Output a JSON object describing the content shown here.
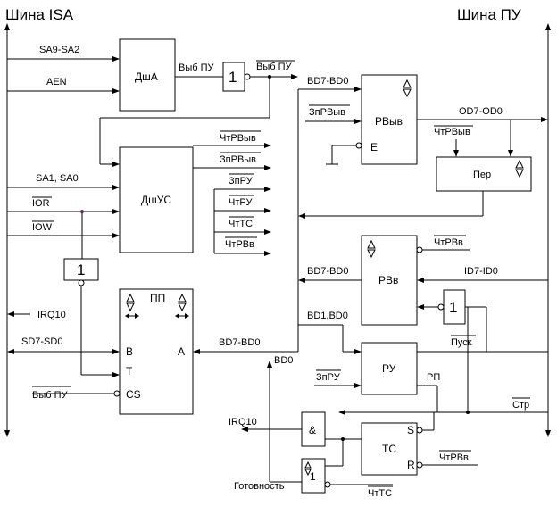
{
  "buses": {
    "left": "Шина ISA",
    "right": "Шина ПУ"
  },
  "blocks": {
    "dsha": "ДшА",
    "dshus": "ДшУС",
    "or1": "1",
    "or2": "1",
    "rvyv": "РВыв",
    "rvyv_e": "E",
    "per": "Пер",
    "rvv": "РВв",
    "buf": "1",
    "pp": "ПП",
    "pp_b": "B",
    "pp_t": "T",
    "pp_cs": "CS",
    "pp_a": "A",
    "ru": "РУ",
    "and": "&",
    "ts": "ТС",
    "ts_s": "S",
    "ts_r": "R",
    "rdy": "1"
  },
  "signals": {
    "sa9_sa2": "SA9-SA2",
    "aen": "AEN",
    "sa1_sa0": "SA1, SA0",
    "ior": "IOR",
    "iow": "IOW",
    "irq10_left": "IRQ10",
    "sd7_sd0": "SD7-SD0",
    "vyb_pu_cs": "Выб ПУ",
    "vyb_pu_1": "Выб ПУ",
    "vyb_pu_2": "Выб ПУ",
    "chtrvyv_out": "ЧтРВыв",
    "zprvyv_out": "ЗпРВыв",
    "zpru_out": "ЗпРУ",
    "chtru_out": "ЧтРУ",
    "chtts_out": "ЧтТС",
    "chtrvv_out": "ЧтРВв",
    "bd7_bd0_top": "BD7-BD0",
    "zprvyv_in": "ЗпРВыв",
    "od7_od0": "OD7-OD0",
    "chtrvyv_in": "ЧтРВыв",
    "chtrvv_in": "ЧтРВв",
    "bd7_bd0_mid": "BD7-BD0",
    "id7_id0": "ID7-ID0",
    "bd1_bd0": "BD1,BD0",
    "pusk": "Пуск",
    "bd7_bd0_bot": "BD7-BD0",
    "bd0": "BD0",
    "zpru_in": "ЗпРУ",
    "rp": "РП",
    "str": "Стр",
    "irq10_out": "IRQ10",
    "chtrvv_r": "ЧтРВв",
    "gotovnost": "Готовность",
    "chtts_in": "ЧтТС"
  }
}
